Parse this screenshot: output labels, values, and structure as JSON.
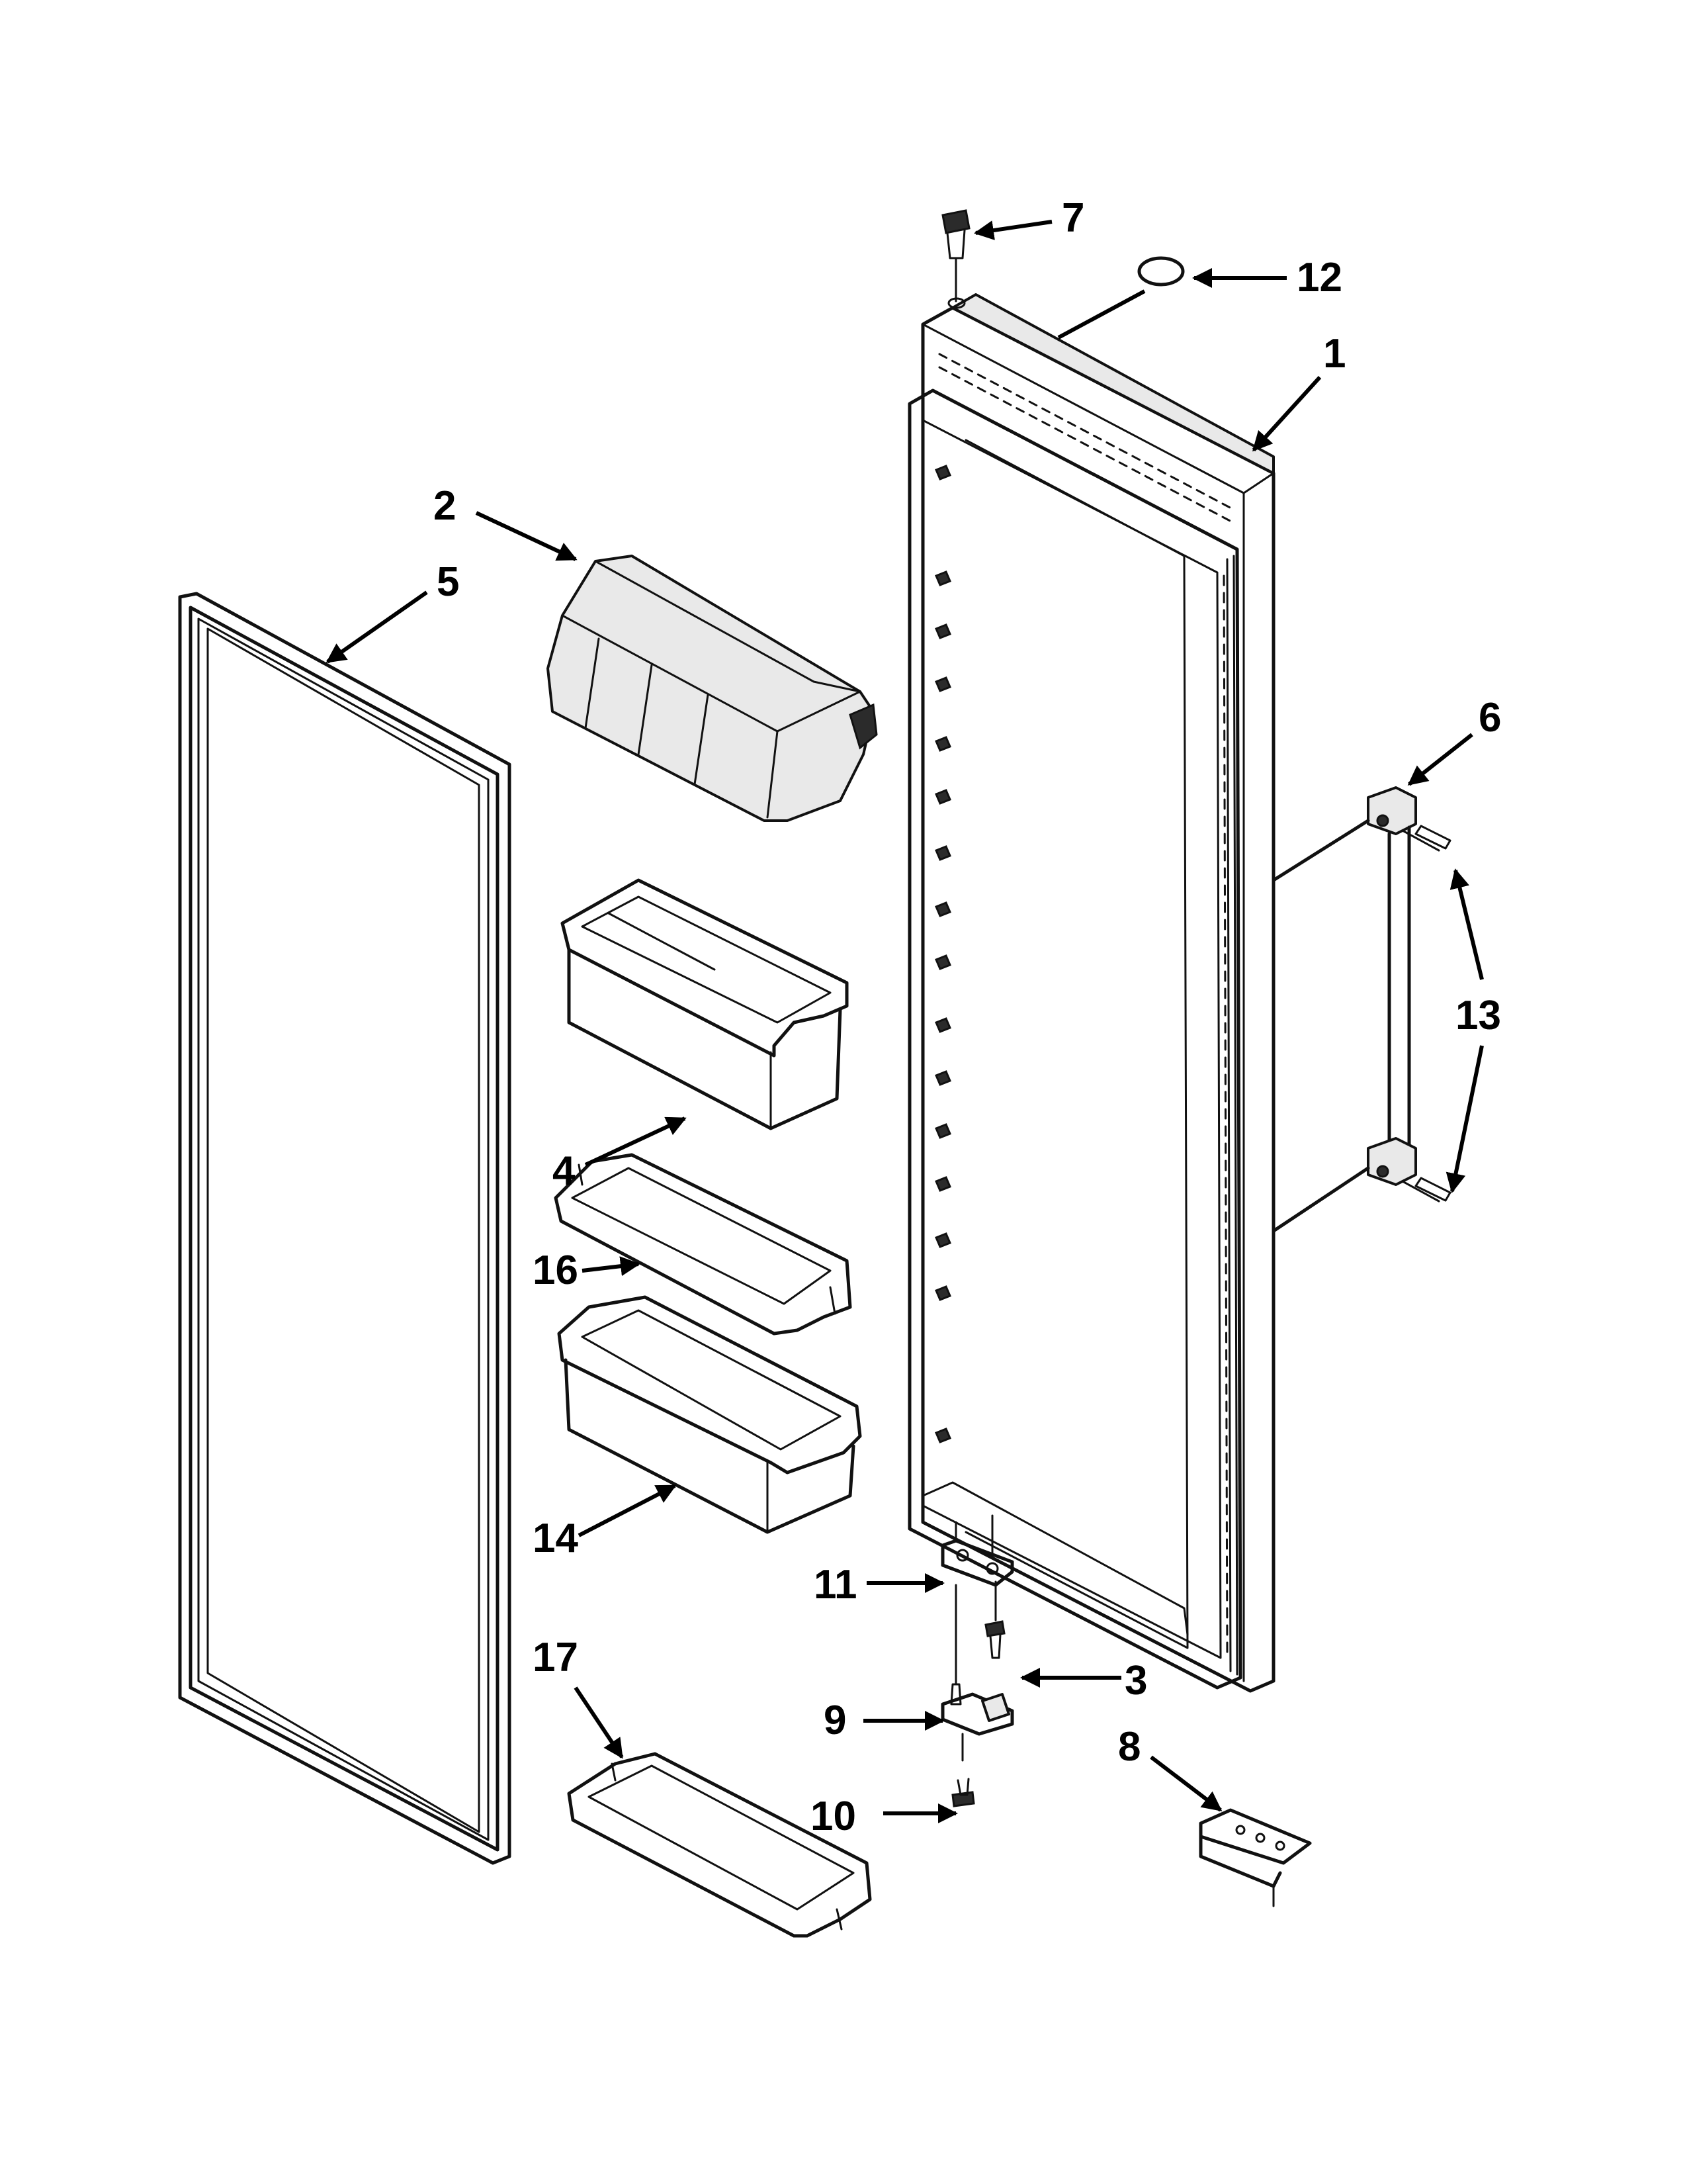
{
  "callouts": [
    {
      "id": "c1",
      "text": "1"
    },
    {
      "id": "c2",
      "text": "2"
    },
    {
      "id": "c3",
      "text": "3"
    },
    {
      "id": "c4",
      "text": "4"
    },
    {
      "id": "c5",
      "text": "5"
    },
    {
      "id": "c6",
      "text": "6"
    },
    {
      "id": "c7",
      "text": "7"
    },
    {
      "id": "c8",
      "text": "8"
    },
    {
      "id": "c9",
      "text": "9"
    },
    {
      "id": "c10",
      "text": "10"
    },
    {
      "id": "c11",
      "text": "11"
    },
    {
      "id": "c12",
      "text": "12"
    },
    {
      "id": "c13",
      "text": "13"
    },
    {
      "id": "c14",
      "text": "14"
    },
    {
      "id": "c16",
      "text": "16"
    },
    {
      "id": "c17",
      "text": "17"
    }
  ],
  "colors": {
    "line": "#111111",
    "background": "#ffffff",
    "shade": "#e9e9e9"
  }
}
